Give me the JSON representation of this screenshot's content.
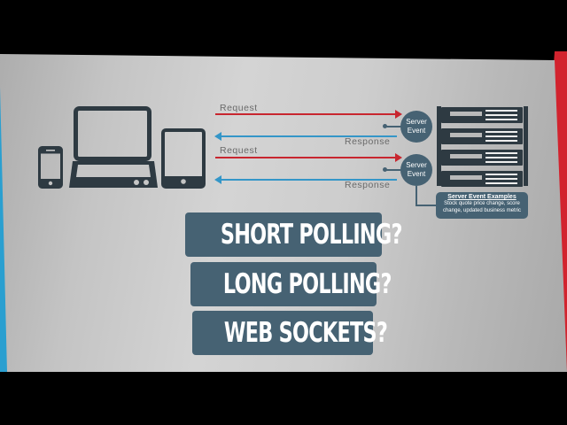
{
  "diagram": {
    "devices": [
      {
        "name": "smartphone"
      },
      {
        "name": "laptop"
      },
      {
        "name": "tablet"
      }
    ],
    "exchanges": [
      {
        "request_label": "Request",
        "response_label": "Response",
        "event_label_line1": "Server",
        "event_label_line2": "Event"
      },
      {
        "request_label": "Request",
        "response_label": "Response",
        "event_label_line1": "Server",
        "event_label_line2": "Event"
      }
    ],
    "server": {
      "units": 4
    },
    "examples": {
      "title": "Server Event Examples",
      "line1": "Stock quote price change, score",
      "line2": "change, updated business metric"
    }
  },
  "questions": [
    {
      "label": "SHORT POLLING?"
    },
    {
      "label": "LONG POLLING?"
    },
    {
      "label": "WEB SOCKETS?"
    }
  ],
  "colors": {
    "request_arrow": "#c8262f",
    "response_arrow": "#3496c8",
    "accent_box": "#466273",
    "icon_dark": "#2e3a42",
    "stripe_red": "#d2232e",
    "stripe_blue": "#2a9fd0"
  }
}
